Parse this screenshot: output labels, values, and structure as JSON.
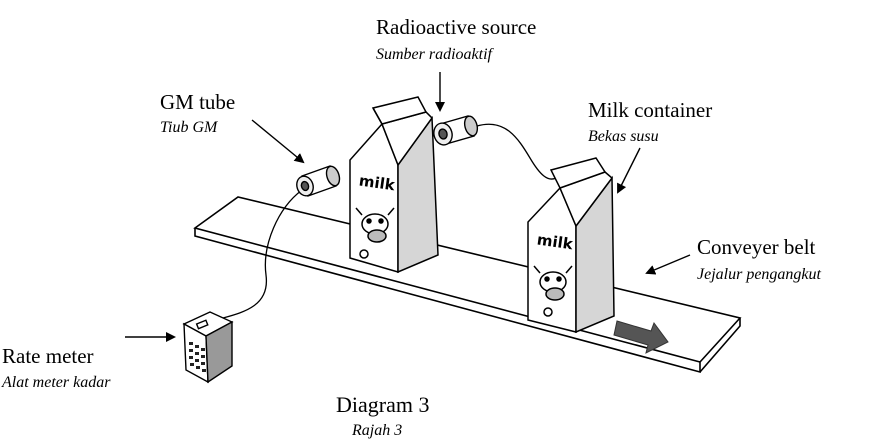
{
  "labels": {
    "radioactive_source": {
      "en": "Radioactive source",
      "my": "Sumber radioaktif"
    },
    "gm_tube": {
      "en": "GM tube",
      "my": "Tiub GM"
    },
    "milk_container": {
      "en": "Milk container",
      "my": "Bekas susu"
    },
    "conveyer_belt": {
      "en": "Conveyer belt",
      "my": "Jejalur pengangkut"
    },
    "rate_meter": {
      "en": "Rate meter",
      "my": "Alat meter kadar"
    }
  },
  "carton_text": "milk",
  "caption": {
    "en": "Diagram 3",
    "my": "Rajah 3"
  },
  "colors": {
    "ink": "#000000",
    "arrow": "#555555",
    "paper": "#ffffff"
  }
}
